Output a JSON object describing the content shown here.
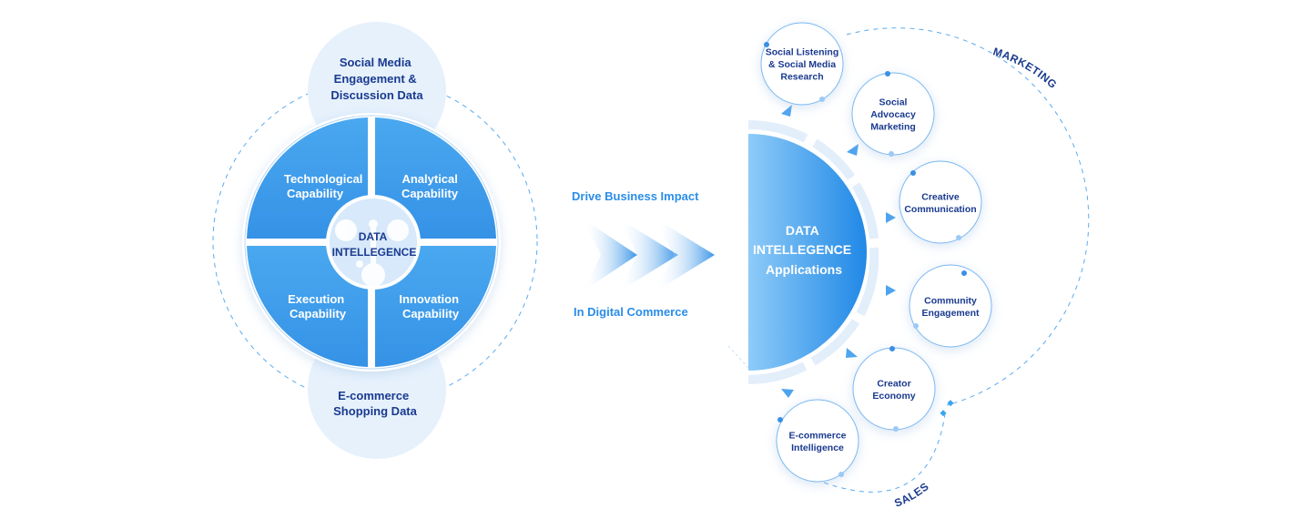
{
  "left_panel": {
    "top_source": [
      "Social Media",
      "Engagement &",
      "Discussion Data"
    ],
    "bottom_source": [
      "E-commerce",
      "Shopping Data"
    ],
    "quadrants": [
      {
        "id": "technological",
        "lines": [
          "Technological",
          "Capability"
        ]
      },
      {
        "id": "analytical",
        "lines": [
          "Analytical",
          "Capability"
        ]
      },
      {
        "id": "execution",
        "lines": [
          "Execution",
          "Capability"
        ]
      },
      {
        "id": "innovation",
        "lines": [
          "Innovation",
          "Capability"
        ]
      }
    ],
    "center": [
      "DATA",
      "INTELLEGENCE"
    ]
  },
  "middle": {
    "top_label": "Drive Business Impact",
    "bottom_label": "In Digital Commerce"
  },
  "right_panel": {
    "hub": [
      "DATA",
      "INTELLEGENCE",
      "Applications"
    ],
    "applications": [
      {
        "id": "social-listening",
        "lines": [
          "Social Listening",
          "& Social Media",
          "Research"
        ]
      },
      {
        "id": "social-advocacy",
        "lines": [
          "Social",
          "Advocacy",
          "Marketing"
        ]
      },
      {
        "id": "creative-communication",
        "lines": [
          "Creative",
          "Communication"
        ]
      },
      {
        "id": "community-engagement",
        "lines": [
          "Community",
          "Engagement"
        ]
      },
      {
        "id": "creator-economy",
        "lines": [
          "Creator",
          "Economy"
        ]
      },
      {
        "id": "ecommerce-intelligence",
        "lines": [
          "E-commerce",
          "Intelligence"
        ]
      }
    ],
    "group_labels": {
      "marketing": "MARKETING",
      "sales": "SALES"
    }
  },
  "colors": {
    "primary_blue": "#3d9be9",
    "light_blue": "#e6f1fc",
    "dark_text": "#1a3a8f",
    "accent_text": "#2a8de8"
  }
}
